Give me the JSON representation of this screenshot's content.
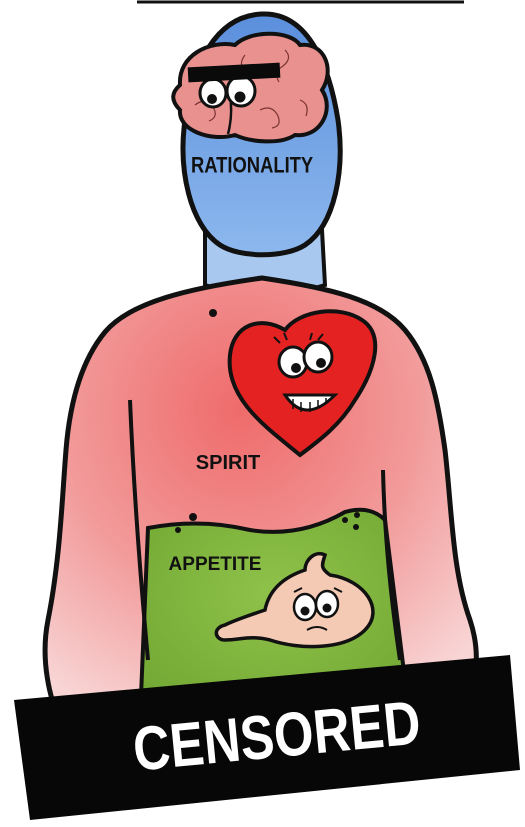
{
  "labels": {
    "head": "RATIONALITY",
    "chest": "SPIRIT",
    "belly": "APPETITE",
    "censor_bar": "CENSORED"
  },
  "colors": {
    "head_blue": "#6f9fe0",
    "chest_red": "#ee8080",
    "belly_green": "#7eb53c",
    "brain_pink": "#e9918f",
    "heart_red": "#e52222",
    "stomach_pink": "#f4cab5",
    "outline": "#111111",
    "bar_black": "#070707",
    "bar_text": "#ffffff"
  },
  "icons": {
    "brain": "brain-with-sunglasses-icon",
    "heart": "smiling-heart-icon",
    "stomach": "worried-stomach-icon"
  }
}
